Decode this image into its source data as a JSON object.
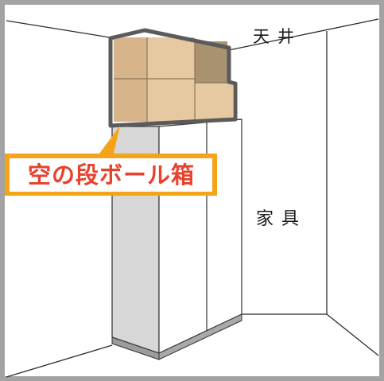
{
  "labels": {
    "ceiling": "天井",
    "furniture": "家具",
    "callout": "空の段ボール箱"
  },
  "colors": {
    "callout_fill": "#f5a31a",
    "callout_text": "#e8412c",
    "cardboard": "#e3c39a",
    "cardboard_dark": "#a7916f",
    "furniture_side": "#d8d8d8",
    "room_frame": "#9a9a9a"
  }
}
